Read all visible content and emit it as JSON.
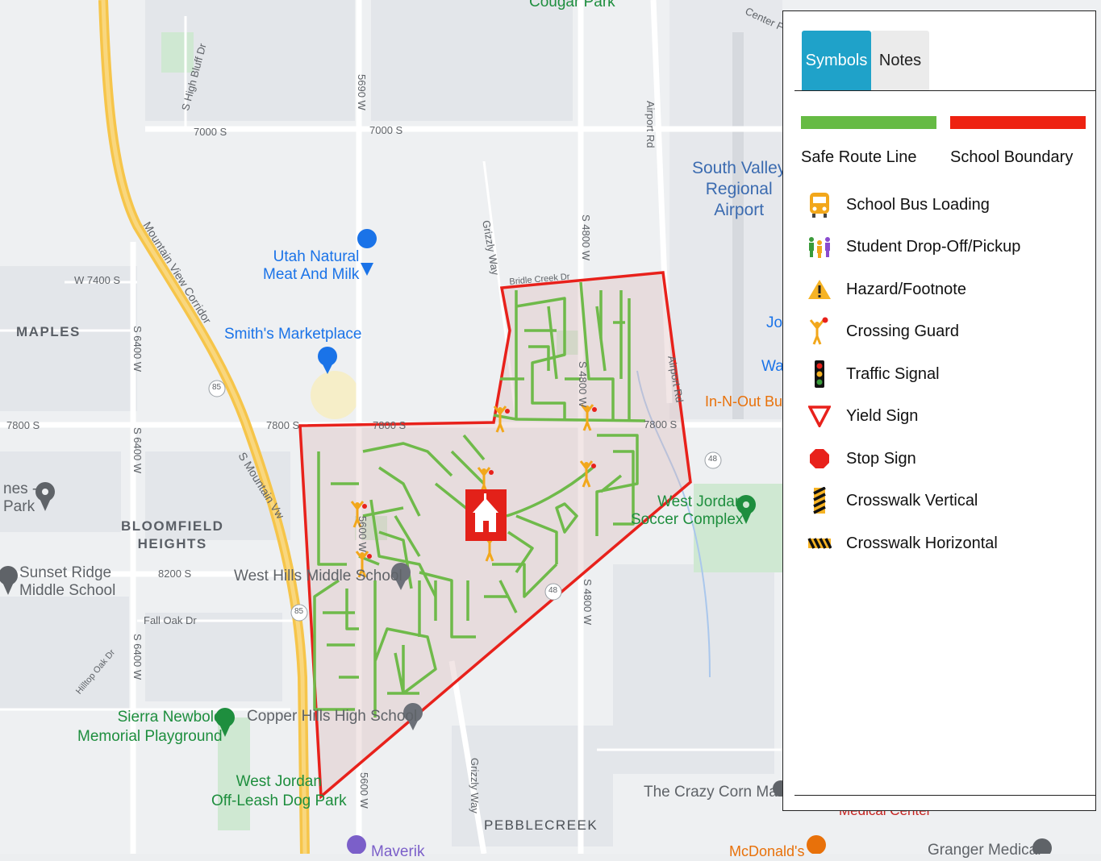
{
  "map": {
    "labels": {
      "cougar_park": "Cougar Park",
      "center": "Center F",
      "high_bluff": "S High Bluff Dr",
      "s7000_a": "7000 S",
      "s7000_b": "7000 S",
      "w5690": "5690 W",
      "airport_rd": "Airport Rd",
      "airport": "South Valley\nRegional\nAirport",
      "utah_natural": "Utah Natural\nMeat And Milk",
      "mountain_view": "Mountain View Corridor",
      "grizzly_way_top": "Grizzly Way",
      "w4800_top": "S 4800 W",
      "w7400": "W 7400 S",
      "maples": "MAPLES",
      "s6400_a": "S 6400 W",
      "smiths": "Smith's Marketplace",
      "jo": "Jo",
      "wa": "Wa",
      "in_n_out": "In-N-Out Bur",
      "s7800_a": "7800 S",
      "s7800_b": "7800 S",
      "s7800_c": "7800 S",
      "s7800_d": "7800 S",
      "r85_a": "85",
      "r85_b": "85",
      "r48": "48",
      "r48_b": "48",
      "s6400_b": "S 6400 W",
      "nes_park": "nes -\nPark",
      "s_mountain_vw": "S Mountain Vw",
      "west_jordan_soccer": "West Jordan\nSoccer Complex",
      "bloomfield": "BLOOMFIELD\nHEIGHTS",
      "sunset_ridge": "Sunset Ridge\nMiddle School",
      "s8200": "8200 S",
      "west_hills": "West Hills Middle School",
      "fall_oak": "Fall Oak Dr",
      "s4800_bot": "S 4800 W",
      "hilltop_oak": "Hilltop Oak Dr",
      "s6400_c": "S 6400 W",
      "sierra": "Sierra Newbold\nMemorial Playground",
      "copper_hills": "Copper Hills High School",
      "west_jordan_dog": "West Jordan\nOff-Leash Dog Park",
      "w5600": "5600 W",
      "grizzly_way_bot": "Grizzly Way",
      "pebblecreek": "PEBBLECREEK",
      "crazy_corn": "The Crazy Corn Maze",
      "maverik": "Maverik",
      "mcdonalds": "McDonald's",
      "granger": "Granger Medical",
      "medical_center": "Medical Center",
      "w5600_top": "5600 W",
      "w4800_mid": "S 4800 W",
      "bridle_creek": "Bridle Creek Dr",
      "airport_rd_b": "Airport Rd"
    }
  },
  "legend": {
    "tabs": [
      {
        "label": "Symbols",
        "active": true
      },
      {
        "label": "Notes",
        "active": false
      }
    ],
    "lines": [
      {
        "label": "Safe Route Line",
        "color": "#66bb44"
      },
      {
        "label": "School Boundary",
        "color": "#ee2211"
      }
    ],
    "items": [
      {
        "label": "School Bus Loading",
        "icon": "school-bus-icon"
      },
      {
        "label": "Student Drop-Off/Pickup",
        "icon": "students-icon"
      },
      {
        "label": "Hazard/Footnote",
        "icon": "hazard-icon"
      },
      {
        "label": "Crossing Guard",
        "icon": "crossing-guard-icon"
      },
      {
        "label": "Traffic Signal",
        "icon": "traffic-signal-icon"
      },
      {
        "label": "Yield Sign",
        "icon": "yield-sign-icon"
      },
      {
        "label": "Stop Sign",
        "icon": "stop-sign-icon"
      },
      {
        "label": "Crosswalk Vertical",
        "icon": "crosswalk-vertical-icon"
      },
      {
        "label": "Crosswalk Horizontal",
        "icon": "crosswalk-horizontal-icon"
      }
    ]
  },
  "colors": {
    "boundary": "#e8211b",
    "route": "#6fba4a",
    "tab_active": "#1fa2c9",
    "school_marker": "#e32119",
    "crossing_guard": "#f2a71b"
  }
}
